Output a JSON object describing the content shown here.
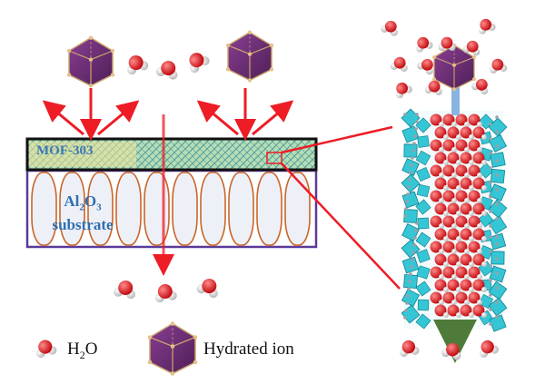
{
  "membrane": {
    "mof_label": "MOF-303",
    "substrate_line1": "Al",
    "substrate_sub1": "2",
    "substrate_mid": "O",
    "substrate_sub2": "3",
    "substrate_line2": "substrate"
  },
  "legend": {
    "water_prefix": "H",
    "water_sub": "2",
    "water_suffix": "O",
    "ion_label": "Hydrated ion"
  },
  "colors": {
    "arrow": "#ee1c25",
    "octahedron": "#6b2d73",
    "water_oxygen": "#e41a1c",
    "water_hydrogen": "#eeeeee",
    "substrate_border": "#5b3a99",
    "pore_stroke": "#c8662a",
    "mof_layer": "#a9d6a8",
    "framework_polyhedra": "#35c6d6",
    "channel_in_arrow": "#8ab4e0",
    "channel_out_arrow": "#4e7b3a"
  }
}
